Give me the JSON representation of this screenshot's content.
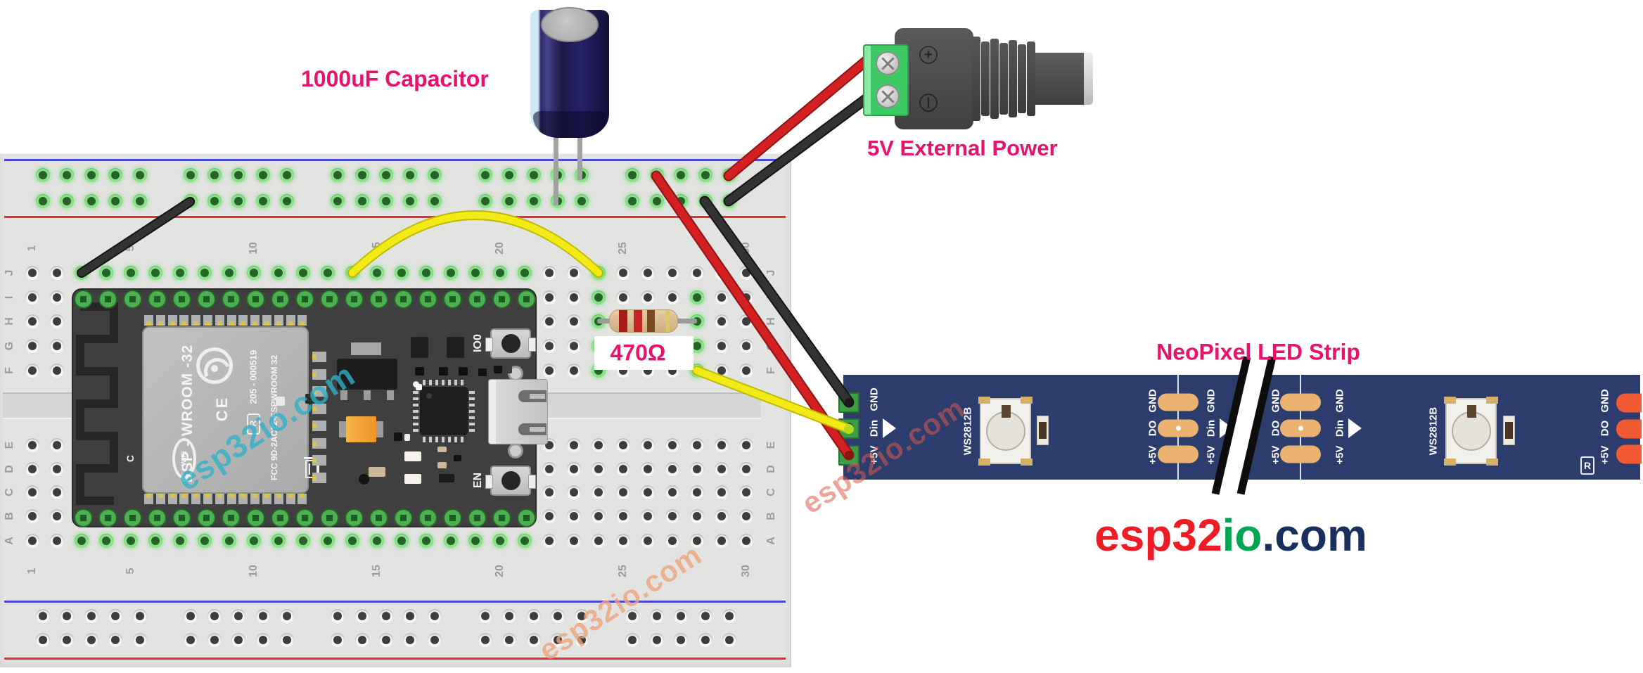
{
  "labels": {
    "capacitor": "1000uF Capacitor",
    "power": "5V External Power",
    "resistor": "470Ω",
    "led_strip": "NeoPixel LED Strip"
  },
  "logo": {
    "red_part": "esp32",
    "green_part": "io",
    "navy_part": ".com"
  },
  "watermark_text": "esp32io.com",
  "esp32_board": {
    "module_name": "ESP - WROOM -32",
    "serial": "205 - 000519",
    "fcc_id": "FCC 9D-2AC72-ESPWROOM 32",
    "wifi_logo": "WiFi",
    "ce_mark": "CE",
    "r_mark": "R",
    "boot_button": "IO0",
    "enable_button": "EN",
    "pcb_label": "C"
  },
  "led_strip": {
    "chip_label": "WS2812B",
    "pin_gnd": "GND",
    "pin_din": "Din",
    "pin_do": "DO",
    "pin_5v": "+5V",
    "ul_mark": "R"
  },
  "breadboard": {
    "row_labels_top": [
      "J",
      "I",
      "H",
      "G",
      "F"
    ],
    "row_labels_bottom": [
      "E",
      "D",
      "C",
      "B",
      "A"
    ],
    "column_numbers": [
      "1",
      "5",
      "10",
      "15",
      "20",
      "25",
      "30"
    ]
  },
  "colors": {
    "accent_pink": "#e8126e",
    "logo_red": "#ee1c25",
    "logo_green": "#00a651",
    "logo_navy": "#1b2f5e",
    "wire_red": "#d42020",
    "wire_black": "#2d2d2d",
    "wire_yellow": "#f2e916",
    "strip_navy": "#2c3c6d",
    "watermark_cyan": "#2fb0c9",
    "watermark_orange": "#eba27c",
    "watermark_salmon": "#dd5a4c"
  }
}
